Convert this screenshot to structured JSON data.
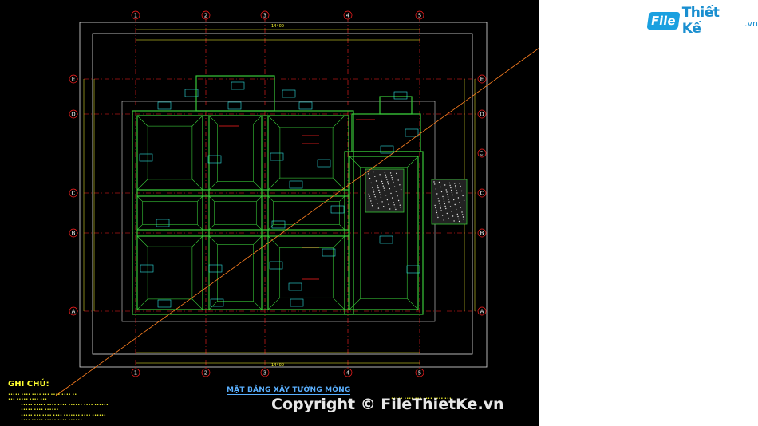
{
  "drawing": {
    "title": "MẶT BẰNG XÂY TƯỜNG MÓNG",
    "notes_heading": "GHI CHÚ:",
    "grid_top": [
      "1",
      "2",
      "3",
      "4",
      "5"
    ],
    "grid_left": [
      "E",
      "D",
      "C",
      "B",
      "A"
    ],
    "grid_right": [
      "E",
      "D",
      "C'",
      "C",
      "B",
      "A"
    ],
    "total_dim": "14400"
  },
  "watermark": {
    "logo_badge": "File",
    "logo_text": "Thiết Kế",
    "logo_domain": ".vn",
    "copyright": "Copyright © FileThietKe.vn"
  },
  "colors": {
    "background": "#000000",
    "walls": "#38c838",
    "grid": "#ff2020",
    "dims": "#ffff30",
    "labels": "#30e0e0",
    "border": "#e0e0e0"
  }
}
